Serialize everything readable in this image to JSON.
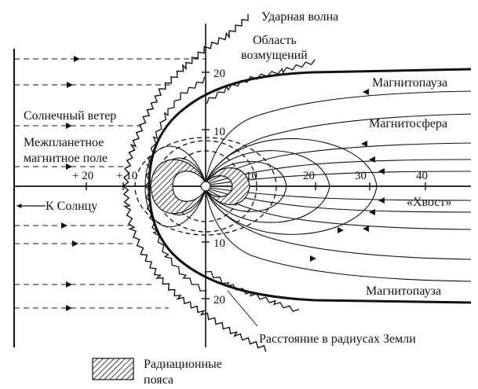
{
  "labels": {
    "bow_shock": "Ударная волна",
    "disturbance_area_line1": "Область",
    "disturbance_area_line2": "возмущений",
    "magnetopause_top": "Магнитопауза",
    "magnetosphere": "Магнитосфера",
    "solar_wind": "Солнечный ветер",
    "imf_line1": "Межпланетное",
    "imf_line2": "магнитное поле",
    "to_sun": "К Солнцу",
    "tail": "«Хвост»",
    "magnetopause_bottom": "Магнитопауза",
    "distance_caption": "Расстояние в радиусах Земли",
    "legend_line1": "Радиационные",
    "legend_line2": "пояса"
  },
  "ticks": {
    "x_sun": [
      "+ 20",
      "+ 10"
    ],
    "x_tail": [
      "10",
      "20",
      "30",
      "40"
    ],
    "y_up": [
      "20",
      "10"
    ],
    "y_down": [
      "10",
      "20"
    ]
  },
  "colors": {
    "ink": "#111111",
    "paper": "#ffffff"
  }
}
